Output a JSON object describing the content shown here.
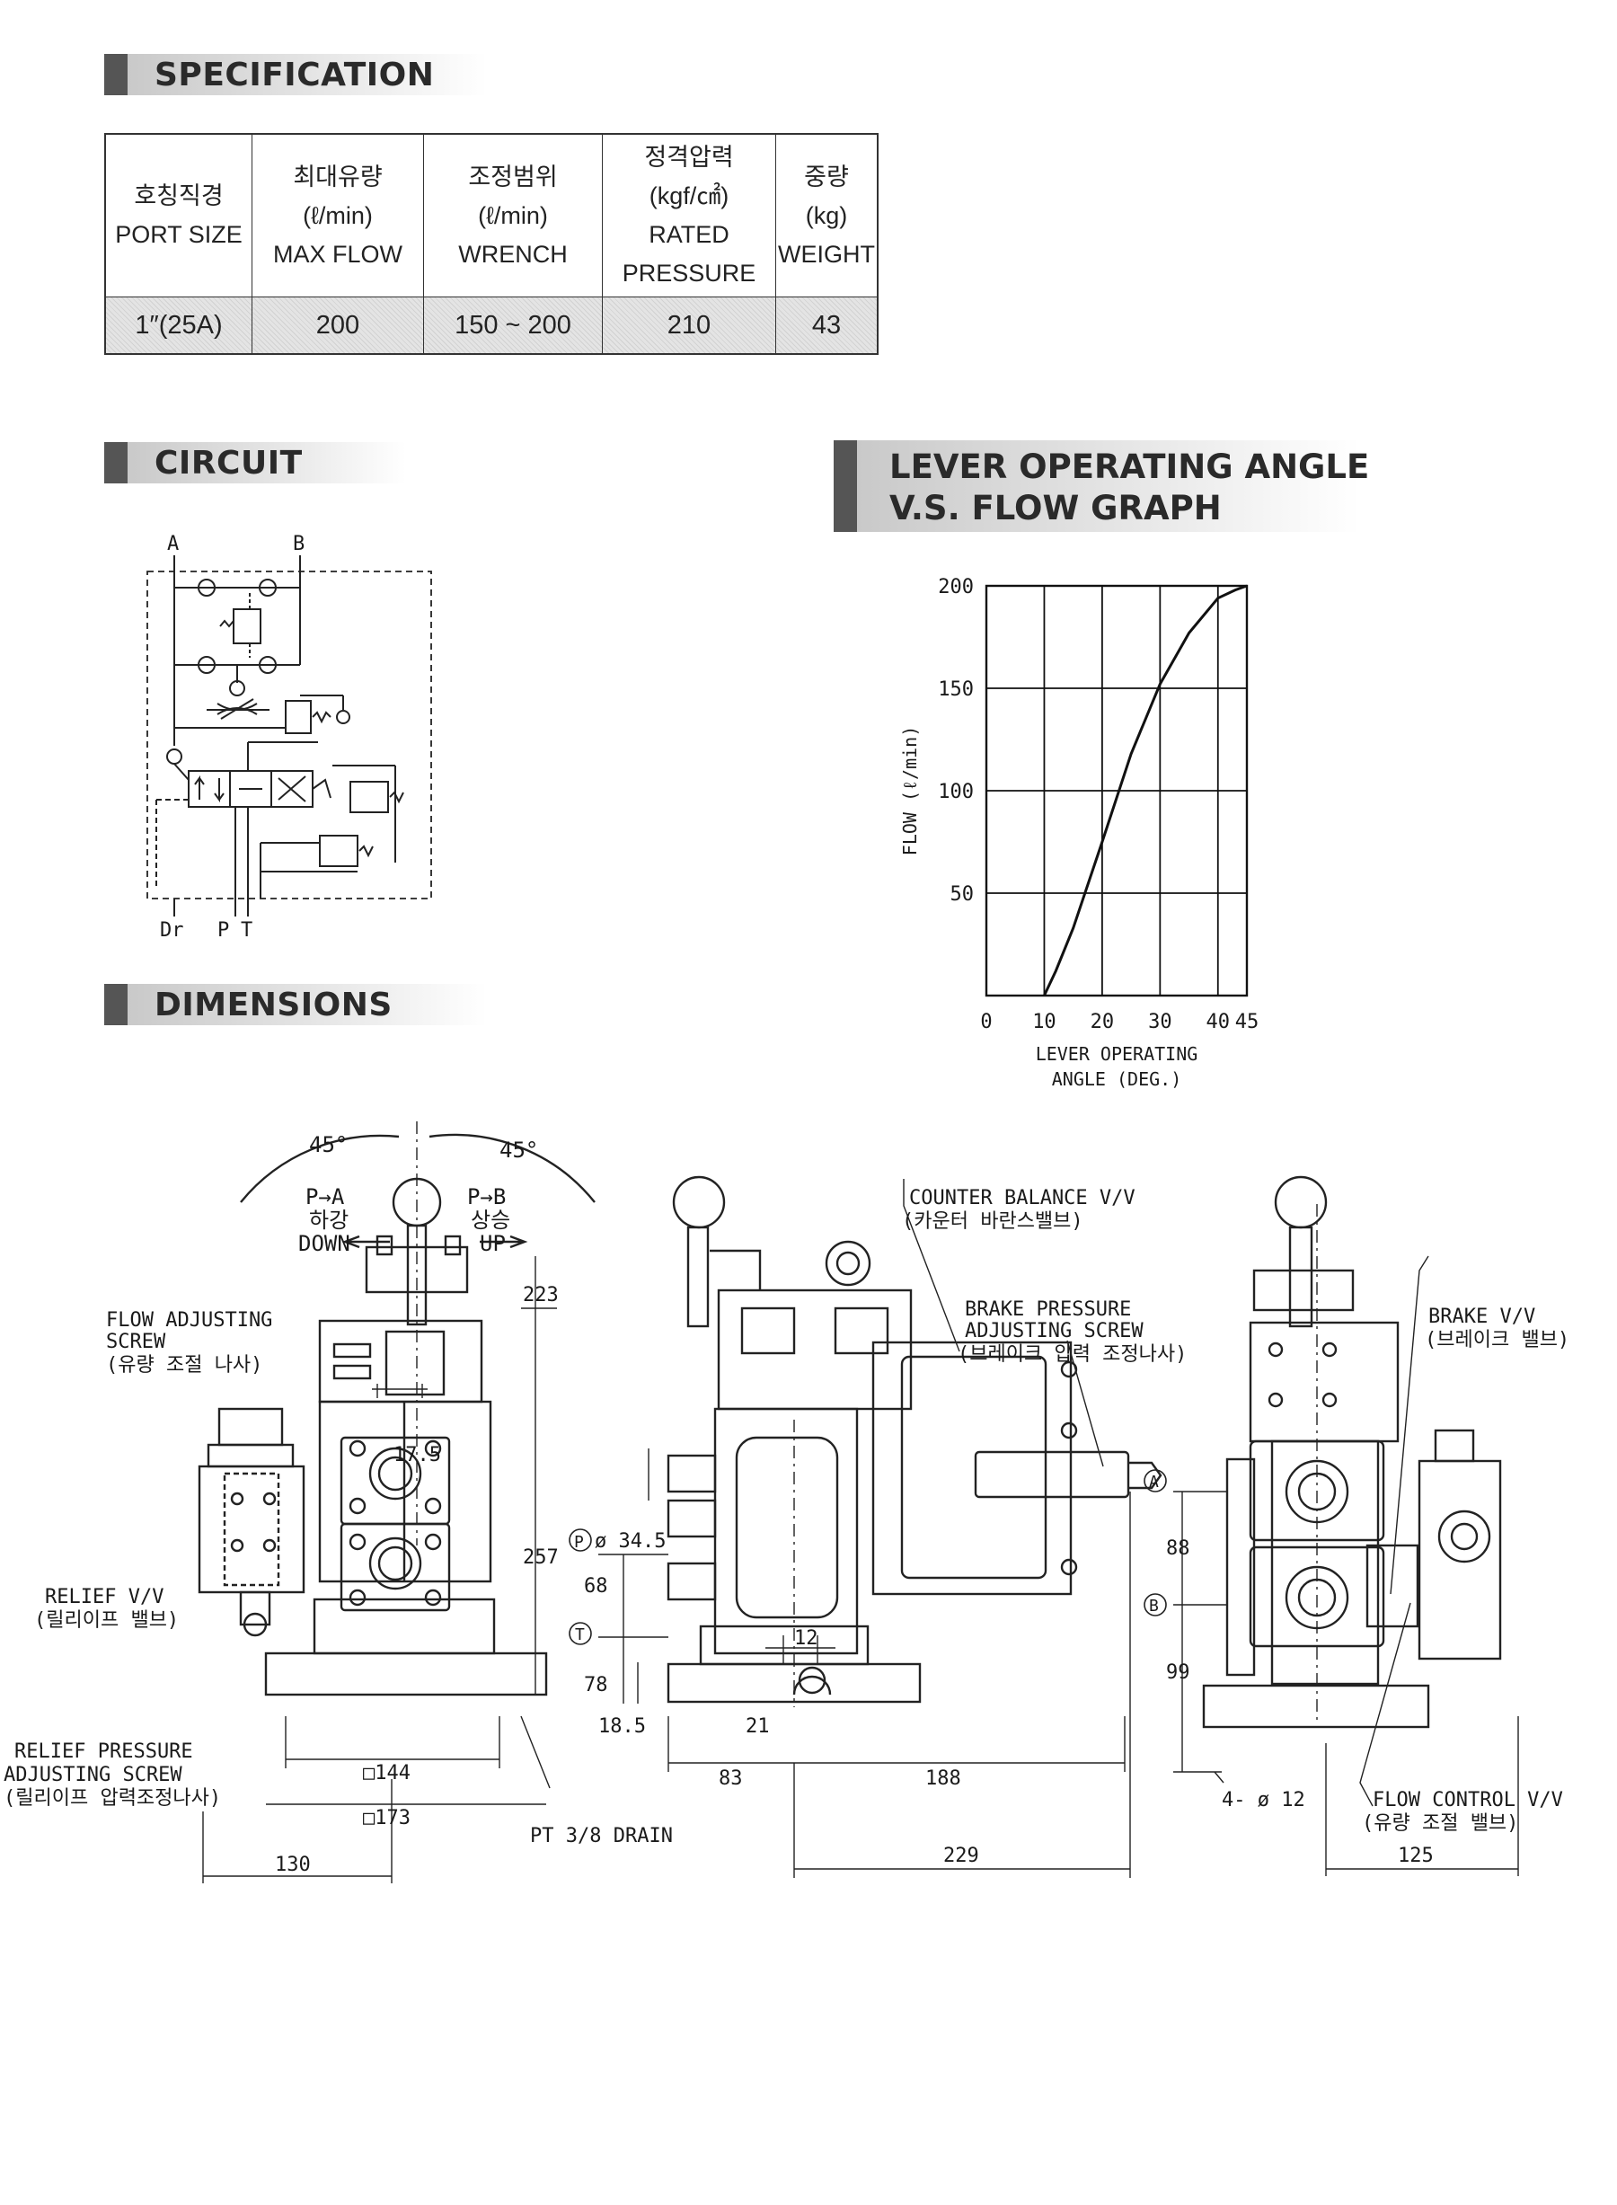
{
  "sections": {
    "specification": "SPECIFICATION",
    "circuit": "CIRCUIT",
    "dimensions": "DIMENSIONS",
    "graph_line1": "LEVER OPERATING ANGLE",
    "graph_line2": "V.S. FLOW GRAPH"
  },
  "spec_table": {
    "headers": [
      {
        "ko": "호칭직경",
        "unit": "",
        "en1": "PORT SIZE",
        "en2": ""
      },
      {
        "ko": "최대유량",
        "unit": "(ℓ/min)",
        "en1": "MAX FLOW",
        "en2": ""
      },
      {
        "ko": "조정범위",
        "unit": "(ℓ/min)",
        "en1": "WRENCH",
        "en2": ""
      },
      {
        "ko": "정격압력",
        "unit": "(kgf/㎠)",
        "en1": "RATED",
        "en2": "PRESSURE"
      },
      {
        "ko": "중량",
        "unit": "(kg)",
        "en1": "WEIGHT",
        "en2": ""
      }
    ],
    "values": [
      "1″(25A)",
      "200",
      "150 ~ 200",
      "210",
      "43"
    ]
  },
  "circuit": {
    "port_a": "A",
    "port_b": "B",
    "port_dr": "Dr",
    "port_p": "P",
    "port_t": "T"
  },
  "chart_data": {
    "type": "line",
    "title": "",
    "xlabel_line1": "LEVER OPERATING",
    "xlabel_line2": "ANGLE (DEG.)",
    "ylabel": "FLOW (ℓ/min)",
    "xlim": [
      0,
      45
    ],
    "ylim": [
      0,
      200
    ],
    "x_ticks": [
      "0",
      "10",
      "20",
      "30",
      "40",
      "45"
    ],
    "x_tick_values": [
      0,
      10,
      20,
      30,
      40,
      45
    ],
    "y_ticks": [
      "200",
      "150",
      "100",
      "50"
    ],
    "y_tick_values": [
      200,
      150,
      100,
      50
    ],
    "grid": true,
    "series": [
      {
        "x": [
          10,
          12,
          15,
          20,
          25,
          30,
          35,
          40,
          43,
          45
        ],
        "y": [
          0,
          12,
          33,
          75,
          118,
          152,
          177,
          194,
          198,
          200
        ]
      }
    ]
  },
  "dimensions": {
    "angle_left": "45°",
    "angle_right": "45°",
    "left_dir": "P→A",
    "left_ko": "하강",
    "left_en": "DOWN",
    "right_dir": "P→B",
    "right_ko": "상승",
    "right_en": "UP",
    "flow_adj_1": "FLOW ADJUSTING",
    "flow_adj_2": "SCREW",
    "flow_adj_3": "(유량 조절 나사)",
    "relief_vv_1": "RELIEF V/V",
    "relief_vv_2": "(릴리이프 밸브)",
    "relief_press_1": "RELIEF PRESSURE",
    "relief_press_2": "ADJUSTING SCREW",
    "relief_press_3": "(릴리이프 압력조정나사)",
    "d_17_5": "17.5",
    "d_223": "223",
    "d_257": "257",
    "d_144": "□144",
    "d_173": "□173",
    "d_130": "130",
    "drain": "PT 3/8 DRAIN",
    "counter_1": "COUNTER BALANCE V/V",
    "counter_2": "(카운터 바란스밸브)",
    "brake_press_1": "BRAKE PRESSURE",
    "brake_press_2": "ADJUSTING SCREW",
    "brake_press_3": "(브레이크 압력 조정나사)",
    "port_p": "P",
    "port_t": "T",
    "port_a": "A",
    "port_b": "B",
    "d_34_5": "ø 34.5",
    "d_68": "68",
    "d_78": "78",
    "d_18_5": "18.5",
    "d_12": "12",
    "d_21": "21",
    "d_83": "83",
    "d_188": "188",
    "d_229": "229",
    "brake_vv_1": "BRAKE V/V",
    "brake_vv_2": "(브레이크 밸브)",
    "d_88": "88",
    "d_99": "99",
    "d_holes": "4- ø 12",
    "flow_ctrl_1": "FLOW CONTROL V/V",
    "flow_ctrl_2": "(유량 조절 밸브)",
    "d_125": "125"
  }
}
